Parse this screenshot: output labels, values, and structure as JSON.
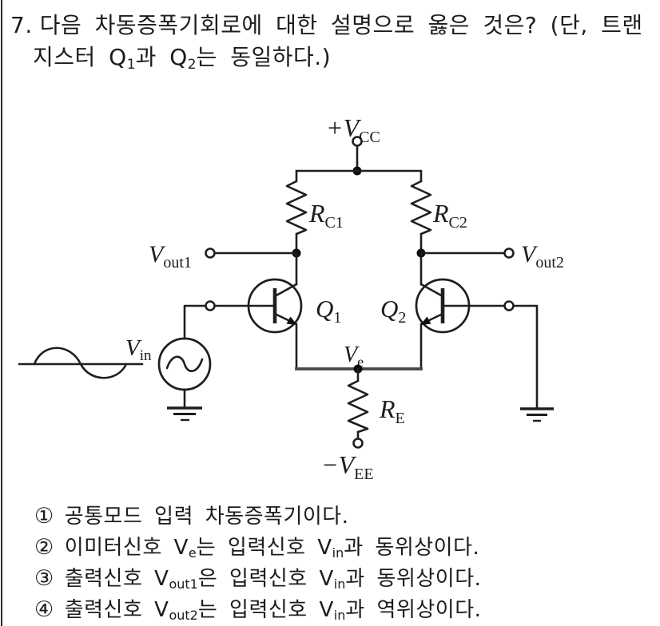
{
  "question": {
    "number": "7.",
    "line1": "다음 차동증폭기회로에 대한 설명으로 옳은 것은? (단, 트랜",
    "line2": {
      "s1": "지스터 Q",
      "sub1": "1",
      "s2": "과 Q",
      "sub2": "2",
      "s3": "는 동일하다.)"
    }
  },
  "options": [
    {
      "num": "①",
      "s1": "공통모드 입력 차동증폭기이다.",
      "sub1": "",
      "s2": "",
      "sub2": "",
      "s3": ""
    },
    {
      "num": "②",
      "s1": "이미터신호 V",
      "sub1": "e",
      "s2": "는 입력신호 V",
      "sub2": "in",
      "s3": "과 동위상이다."
    },
    {
      "num": "③",
      "s1": "출력신호 V",
      "sub1": "out1",
      "s2": "은 입력신호 V",
      "sub2": "in",
      "s3": "과 동위상이다."
    },
    {
      "num": "④",
      "s1": "출력신호 V",
      "sub1": "out2",
      "s2": "는 입력신호 V",
      "sub2": "in",
      "s3": "과 역위상이다."
    }
  ],
  "circuit": {
    "vcc_main": "+V",
    "vcc_sub": "CC",
    "rc1_main": "R",
    "rc1_sub": "C1",
    "rc2_main": "R",
    "rc2_sub": "C2",
    "vout1_main": "V",
    "vout1_sub": "out1",
    "vout2_main": "V",
    "vout2_sub": "out2",
    "q1_main": "Q",
    "q1_sub": "1",
    "q2_main": "Q",
    "q2_sub": "2",
    "vin_main": "V",
    "vin_sub": "in",
    "ve_main": "V",
    "ve_sub": "e",
    "re_main": "R",
    "re_sub": "E",
    "vee_main": "−V",
    "vee_sub": "EE"
  },
  "colors": {
    "ink": "#1c1c1c",
    "paper": "#ffffff"
  }
}
